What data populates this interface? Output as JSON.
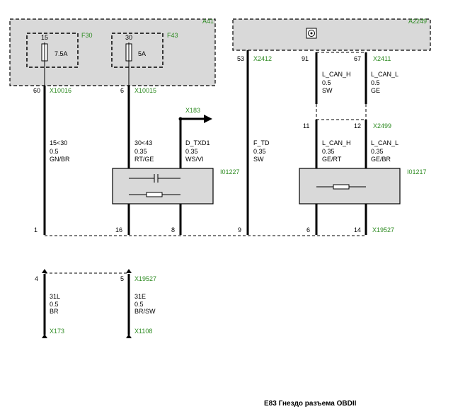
{
  "components": {
    "a41": "A41",
    "a2249": "A2249",
    "f30": "F30",
    "f43": "F43",
    "i01227": "I01227",
    "i01217": "I01217"
  },
  "fuses": [
    {
      "pin": "15",
      "rating": "7.5A"
    },
    {
      "pin": "30",
      "rating": "5A"
    }
  ],
  "connectors": {
    "x10016": "X10016",
    "x10015": "X10015",
    "x183": "X183",
    "x2412": "X2412",
    "x2411": "X2411",
    "x2499": "X2499",
    "x19527_top": "X19527",
    "x19527_bottom": "X19527",
    "x173": "X173",
    "x1108": "X1108"
  },
  "pins": {
    "p60": "60",
    "p6": "6",
    "p53": "53",
    "p91": "91",
    "p67": "67",
    "p11": "11",
    "p12": "12",
    "b1": "1",
    "b16": "16",
    "b8": "8",
    "b9": "9",
    "b6": "6",
    "b14": "14",
    "c4": "4",
    "c5": "5"
  },
  "wires_upper": [
    {
      "signal": "L_CAN_H",
      "size": "0.5",
      "color": "SW"
    },
    {
      "signal": "L_CAN_L",
      "size": "0.5",
      "color": "GE"
    }
  ],
  "wires_main": [
    {
      "signal": "15<30",
      "size": "0.5",
      "color": "GN/BR"
    },
    {
      "signal": "30<43",
      "size": "0.35",
      "color": "RT/GE"
    },
    {
      "signal": "D_TXD1",
      "size": "0.35",
      "color": "WS/VI"
    },
    {
      "signal": "F_TD",
      "size": "0.35",
      "color": "SW"
    },
    {
      "signal": "L_CAN_H",
      "size": "0.35",
      "color": "GE/RT"
    },
    {
      "signal": "L_CAN_L",
      "size": "0.35",
      "color": "GE/BR"
    }
  ],
  "wires_lower": [
    {
      "signal": "31L",
      "size": "0.5",
      "color": "BR"
    },
    {
      "signal": "31E",
      "size": "0.5",
      "color": "BR/SW"
    }
  ],
  "caption": "E83 Гнездо разъема OBDII",
  "colors": {
    "label_green": "#2e8b22",
    "box_fill": "#d9d9d9"
  }
}
